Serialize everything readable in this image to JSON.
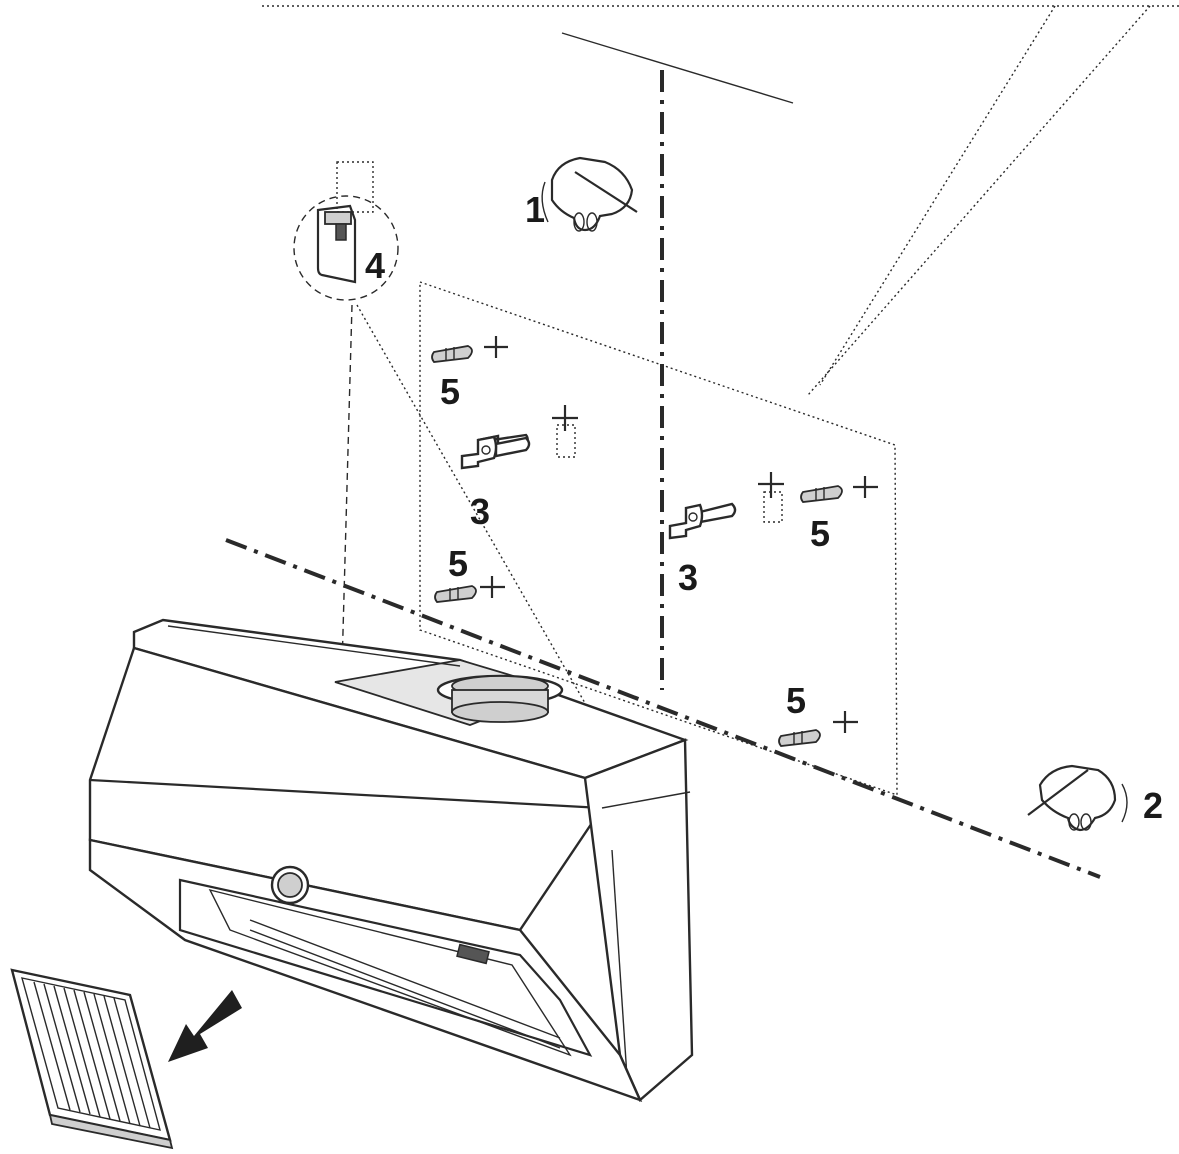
{
  "diagram": {
    "callouts": {
      "step_1": "1",
      "step_2": "2",
      "step_3a": "3",
      "step_3b": "3",
      "step_4": "4",
      "step_5a": "5",
      "step_5b": "5",
      "step_5c": "5",
      "step_5d": "5"
    },
    "icons": [
      "hand-marking-pencil-icon",
      "wall-plug-icon",
      "hanging-bracket-icon",
      "mounting-clip-icon",
      "grease-filter-icon",
      "removal-arrow-icon"
    ],
    "colors": {
      "line": "#2a2a2a",
      "fill_light": "#cfcfcf",
      "background": "#ffffff"
    }
  }
}
